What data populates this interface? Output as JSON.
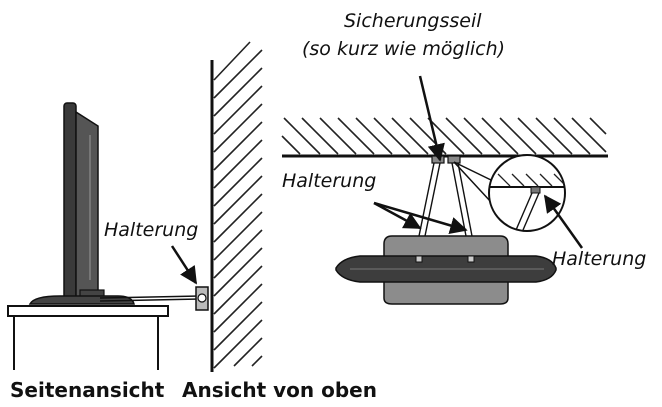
{
  "labels": {
    "side_bracket": "Halterung",
    "safety_rope_line1": "Sicherungsseil",
    "safety_rope_line2": "(so kurz wie möglich)",
    "top_bracket": "Halterung",
    "detail_bracket": "Halterung"
  },
  "captions": {
    "side_view": "Seitenansicht",
    "top_view": "Ansicht von oben"
  }
}
